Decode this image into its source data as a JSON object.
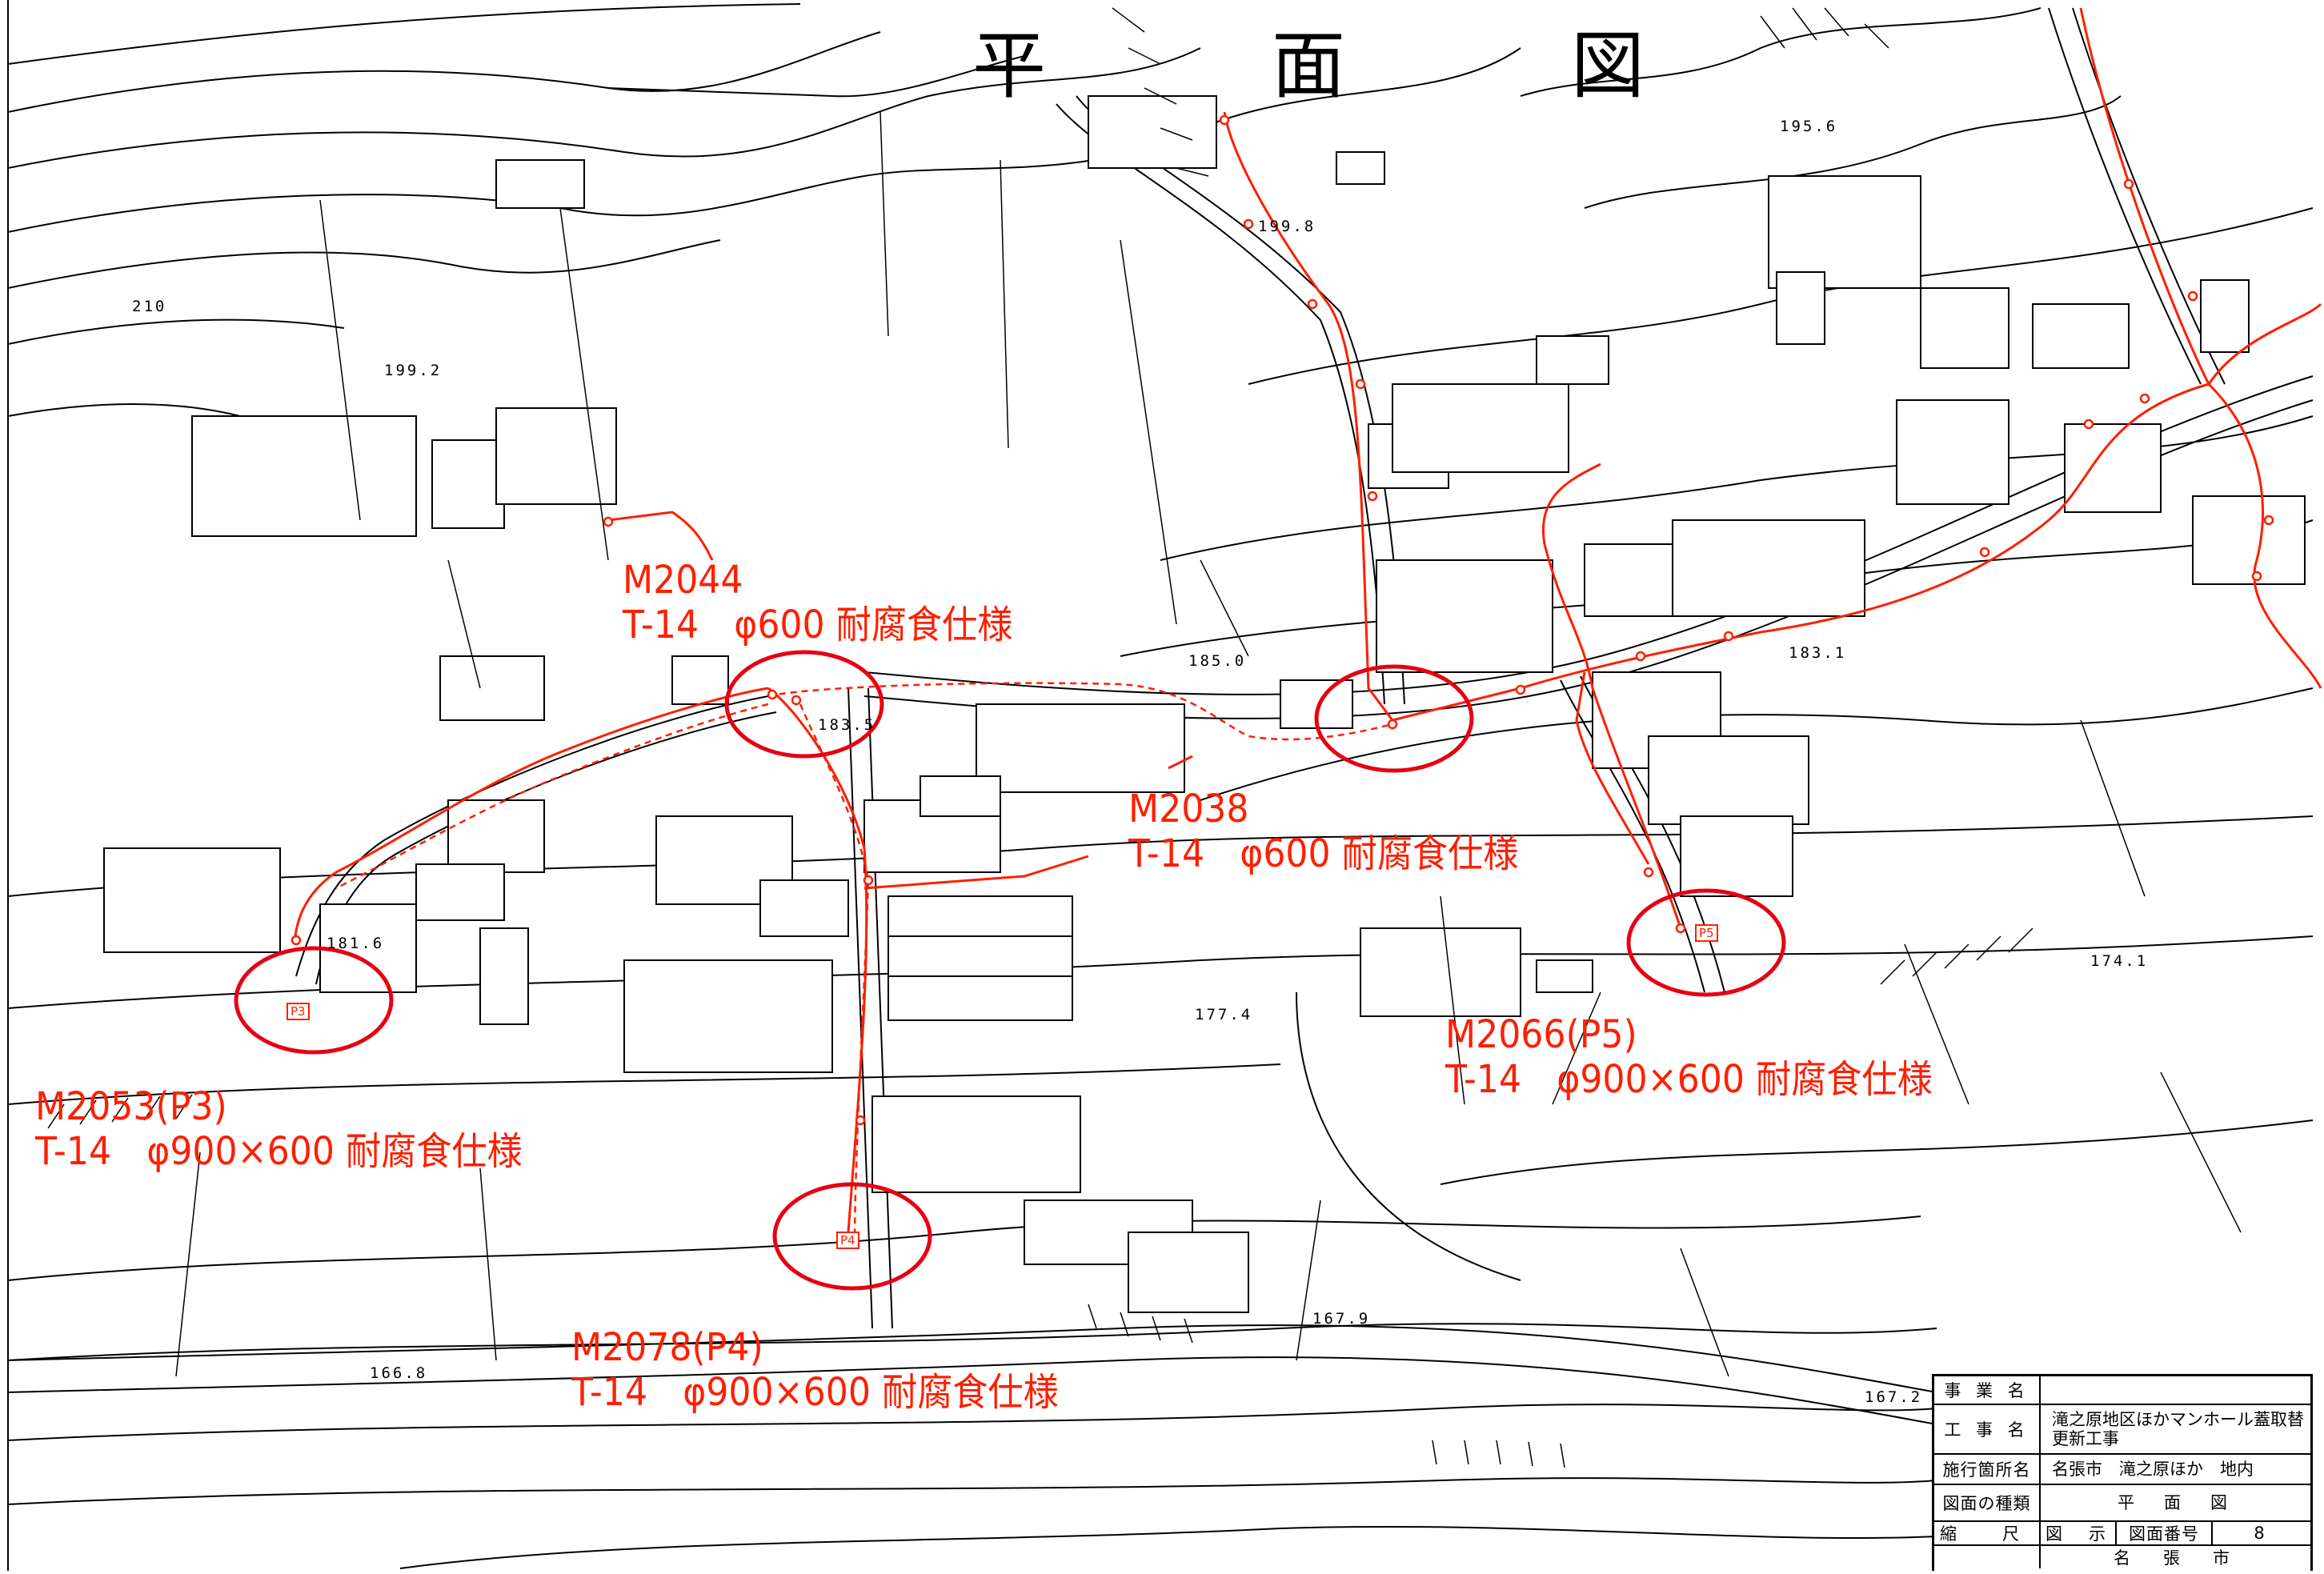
{
  "map": {
    "title": "平　面　図",
    "elevations": [
      "195.6",
      "199.8",
      "210",
      "199.2",
      "185.0",
      "183.1",
      "183.5",
      "181.6",
      "174.1",
      "177.4",
      "167.9",
      "166.8",
      "167.2"
    ],
    "callouts": [
      {
        "id": "M2044",
        "line1": "M2044",
        "line2": "T-14　φ600 耐腐食仕様"
      },
      {
        "id": "M2038",
        "line1": "M2038",
        "line2": "T-14　φ600 耐腐食仕様"
      },
      {
        "id": "M2066",
        "line1": "M2066(P5)",
        "line2": "T-14　φ900×600 耐腐食仕様"
      },
      {
        "id": "M2053",
        "line1": "M2053(P3)",
        "line2": "T-14　φ900×600 耐腐食仕様"
      },
      {
        "id": "M2078",
        "line1": "M2078(P4)",
        "line2": "T-14　φ900×600 耐腐食仕様"
      }
    ],
    "markers": [
      "P3",
      "P4",
      "P5"
    ],
    "colors": {
      "sewer": "#ff1e00",
      "base": "#000000",
      "highlight_circle": "#e60012"
    }
  },
  "title_block": {
    "project_label": "事 業 名",
    "project_value": "",
    "work_label": "工 事 名",
    "work_value": "滝之原地区ほかマンホール蓋取替更新工事",
    "location_label": "施行箇所名",
    "location_value": "名張市　滝之原ほか　地内",
    "drawing_type_label": "図面の種類",
    "drawing_type_value": "平　面　図",
    "scale_label": "縮　尺",
    "scale_value": "図　示",
    "drawing_no_label": "図面番号",
    "drawing_no_value": "8",
    "client": "名　張　市"
  }
}
